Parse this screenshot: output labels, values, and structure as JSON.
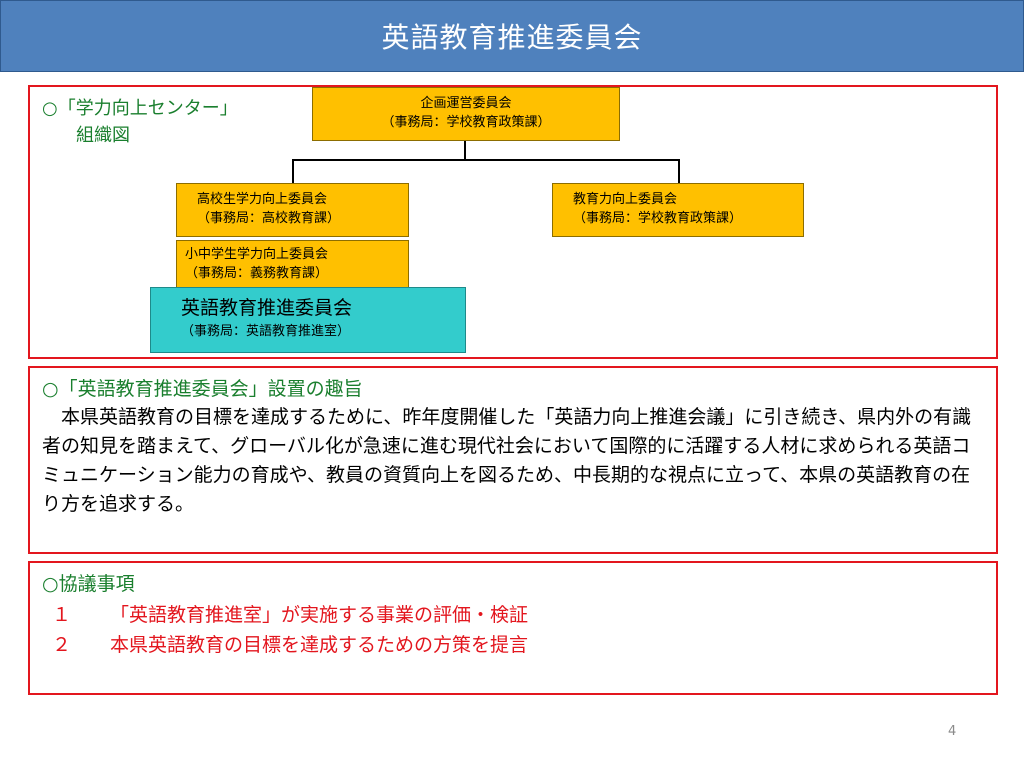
{
  "slide": {
    "title": "英語教育推進委員会",
    "page_number": "4",
    "colors": {
      "title_bar": "#4f81bd",
      "panel_border": "#e3161e",
      "committee_box": "#ffc000",
      "english_box": "#33cccc",
      "heading_green": "#1a7f2e",
      "agenda_red": "#e3161e"
    }
  },
  "org": {
    "heading_line1": "○「学力向上センター」",
    "heading_line2": "組織図",
    "plan": {
      "name": "企画運営委員会",
      "office": "（事務局：学校教育政策課）"
    },
    "hs": {
      "name": "高校生学力向上委員会",
      "office": "（事務局：高校教育課）"
    },
    "edu": {
      "name": "教育力向上委員会",
      "office": "（事務局：学校教育政策課）"
    },
    "jr": {
      "name": "小中学生学力向上委員会",
      "office": "（事務局：義務教育課）"
    },
    "eng": {
      "name": "英語教育推進委員会",
      "office": "（事務局：英語教育推進室）"
    }
  },
  "purpose": {
    "heading": "○「英語教育推進委員会」設置の趣旨",
    "body": "　本県英語教育の目標を達成するために、昨年度開催した「英語力向上推進会議」に引き続き、県内外の有識者の知見を踏まえて、グローバル化が急速に進む現代社会において国際的に活躍する人材に求められる英語コミュニケーション能力の育成や、教員の資質向上を図るため、中長期的な視点に立って、本県の英語教育の在り方を追求する。"
  },
  "agenda": {
    "heading": "○協議事項",
    "items": [
      {
        "num": "１",
        "text": "「英語教育推進室」が実施する事業の評価・検証"
      },
      {
        "num": "２",
        "text": "本県英語教育の目標を達成するための方策を提言"
      }
    ]
  }
}
